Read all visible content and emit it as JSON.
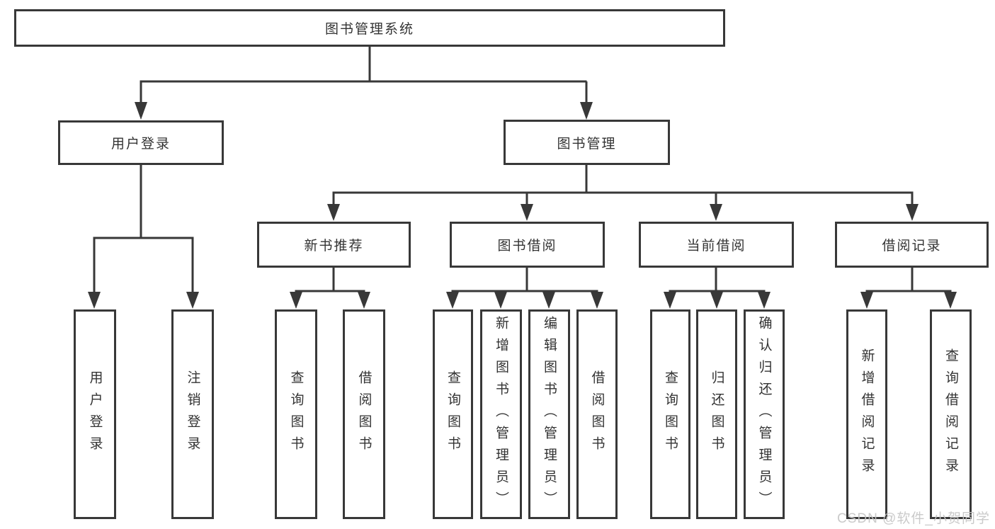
{
  "colors": {
    "line": "#383838",
    "box_border": "#383838",
    "text": "#333333",
    "watermark": "#c6c6c6",
    "background": "#ffffff"
  },
  "watermark": {
    "text": "CSDN @软件_小贺同学"
  },
  "tree": {
    "root": {
      "label": "图书管理系统"
    },
    "branches": [
      {
        "label": "用户登录",
        "children": [
          {
            "label": "用户登录"
          },
          {
            "label": "注销登录"
          }
        ]
      },
      {
        "label": "图书管理",
        "groups": [
          {
            "label": "新书推荐",
            "children": [
              {
                "label": "查询图书"
              },
              {
                "label": "借阅图书"
              }
            ]
          },
          {
            "label": "图书借阅",
            "children": [
              {
                "label": "查询图书"
              },
              {
                "label": "新增图书（管理员）"
              },
              {
                "label": "编辑图书（管理员）"
              },
              {
                "label": "借阅图书"
              }
            ]
          },
          {
            "label": "当前借阅",
            "children": [
              {
                "label": "查询图书"
              },
              {
                "label": "归还图书"
              },
              {
                "label": "确认归还（管理员）"
              }
            ]
          },
          {
            "label": "借阅记录",
            "children": [
              {
                "label": "新增借阅记录"
              },
              {
                "label": "查询借阅记录"
              }
            ]
          }
        ]
      }
    ]
  }
}
